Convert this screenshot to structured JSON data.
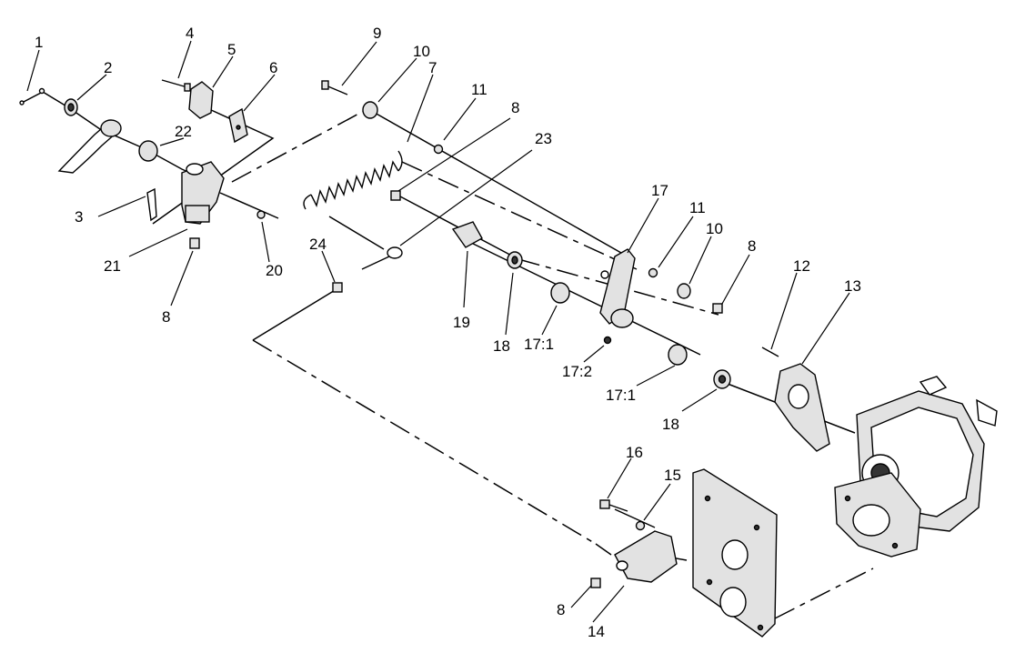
{
  "callouts": [
    {
      "id": "c1",
      "text": "1"
    },
    {
      "id": "c2",
      "text": "2"
    },
    {
      "id": "c3",
      "text": "3"
    },
    {
      "id": "c4",
      "text": "4"
    },
    {
      "id": "c5",
      "text": "5"
    },
    {
      "id": "c6",
      "text": "6"
    },
    {
      "id": "c7",
      "text": "7"
    },
    {
      "id": "c8a",
      "text": "8"
    },
    {
      "id": "c8b",
      "text": "8"
    },
    {
      "id": "c8c",
      "text": "8"
    },
    {
      "id": "c8d",
      "text": "8"
    },
    {
      "id": "c9",
      "text": "9"
    },
    {
      "id": "c10a",
      "text": "10"
    },
    {
      "id": "c10b",
      "text": "10"
    },
    {
      "id": "c11a",
      "text": "11"
    },
    {
      "id": "c11b",
      "text": "11"
    },
    {
      "id": "c12",
      "text": "12"
    },
    {
      "id": "c13",
      "text": "13"
    },
    {
      "id": "c14",
      "text": "14"
    },
    {
      "id": "c15",
      "text": "15"
    },
    {
      "id": "c16",
      "text": "16"
    },
    {
      "id": "c17",
      "text": "17"
    },
    {
      "id": "c17_1a",
      "text": "17:1"
    },
    {
      "id": "c17_1b",
      "text": "17:1"
    },
    {
      "id": "c17_2",
      "text": "17:2"
    },
    {
      "id": "c18a",
      "text": "18"
    },
    {
      "id": "c18b",
      "text": "18"
    },
    {
      "id": "c19",
      "text": "19"
    },
    {
      "id": "c20",
      "text": "20"
    },
    {
      "id": "c21",
      "text": "21"
    },
    {
      "id": "c22",
      "text": "22"
    },
    {
      "id": "c23",
      "text": "23"
    },
    {
      "id": "c24",
      "text": "24"
    }
  ]
}
